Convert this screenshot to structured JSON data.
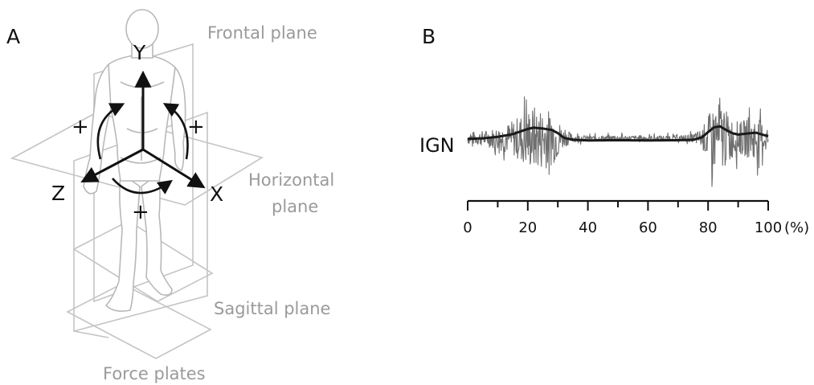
{
  "panel_a": {
    "letter": "A",
    "axes": {
      "y": "Y",
      "z": "Z",
      "x": "X"
    },
    "rotation_sign": "+",
    "labels": {
      "frontal": "Frontal plane",
      "horizontal_1": "Horizontal",
      "horizontal_2": "plane",
      "sagittal": "Sagittal plane",
      "force_plates": "Force plates"
    }
  },
  "panel_b": {
    "letter": "B",
    "signal_label": "IGN",
    "x_axis": {
      "ticks": [
        "0",
        "20",
        "40",
        "60",
        "80",
        "100"
      ],
      "unit": "(%)",
      "range": [
        0,
        100
      ]
    },
    "envelope": [
      [
        0,
        0.12
      ],
      [
        5,
        0.15
      ],
      [
        10,
        0.22
      ],
      [
        15,
        0.35
      ],
      [
        18,
        0.5
      ],
      [
        20,
        0.6
      ],
      [
        22,
        0.66
      ],
      [
        25,
        0.62
      ],
      [
        28,
        0.55
      ],
      [
        30,
        0.4
      ],
      [
        32,
        0.18
      ],
      [
        35,
        0.08
      ],
      [
        40,
        0.05
      ],
      [
        50,
        0.06
      ],
      [
        60,
        0.05
      ],
      [
        70,
        0.06
      ],
      [
        75,
        0.08
      ],
      [
        78,
        0.2
      ],
      [
        80,
        0.45
      ],
      [
        82,
        0.68
      ],
      [
        84,
        0.72
      ],
      [
        86,
        0.55
      ],
      [
        88,
        0.4
      ],
      [
        90,
        0.33
      ],
      [
        93,
        0.38
      ],
      [
        96,
        0.42
      ],
      [
        98,
        0.33
      ],
      [
        100,
        0.25
      ]
    ]
  },
  "colors": {
    "plane": "#c4c4c4",
    "figure": "#b8b8b8",
    "raw": "#6f6f6f",
    "envelope": "#1a1a1a",
    "axes": "#111111"
  }
}
